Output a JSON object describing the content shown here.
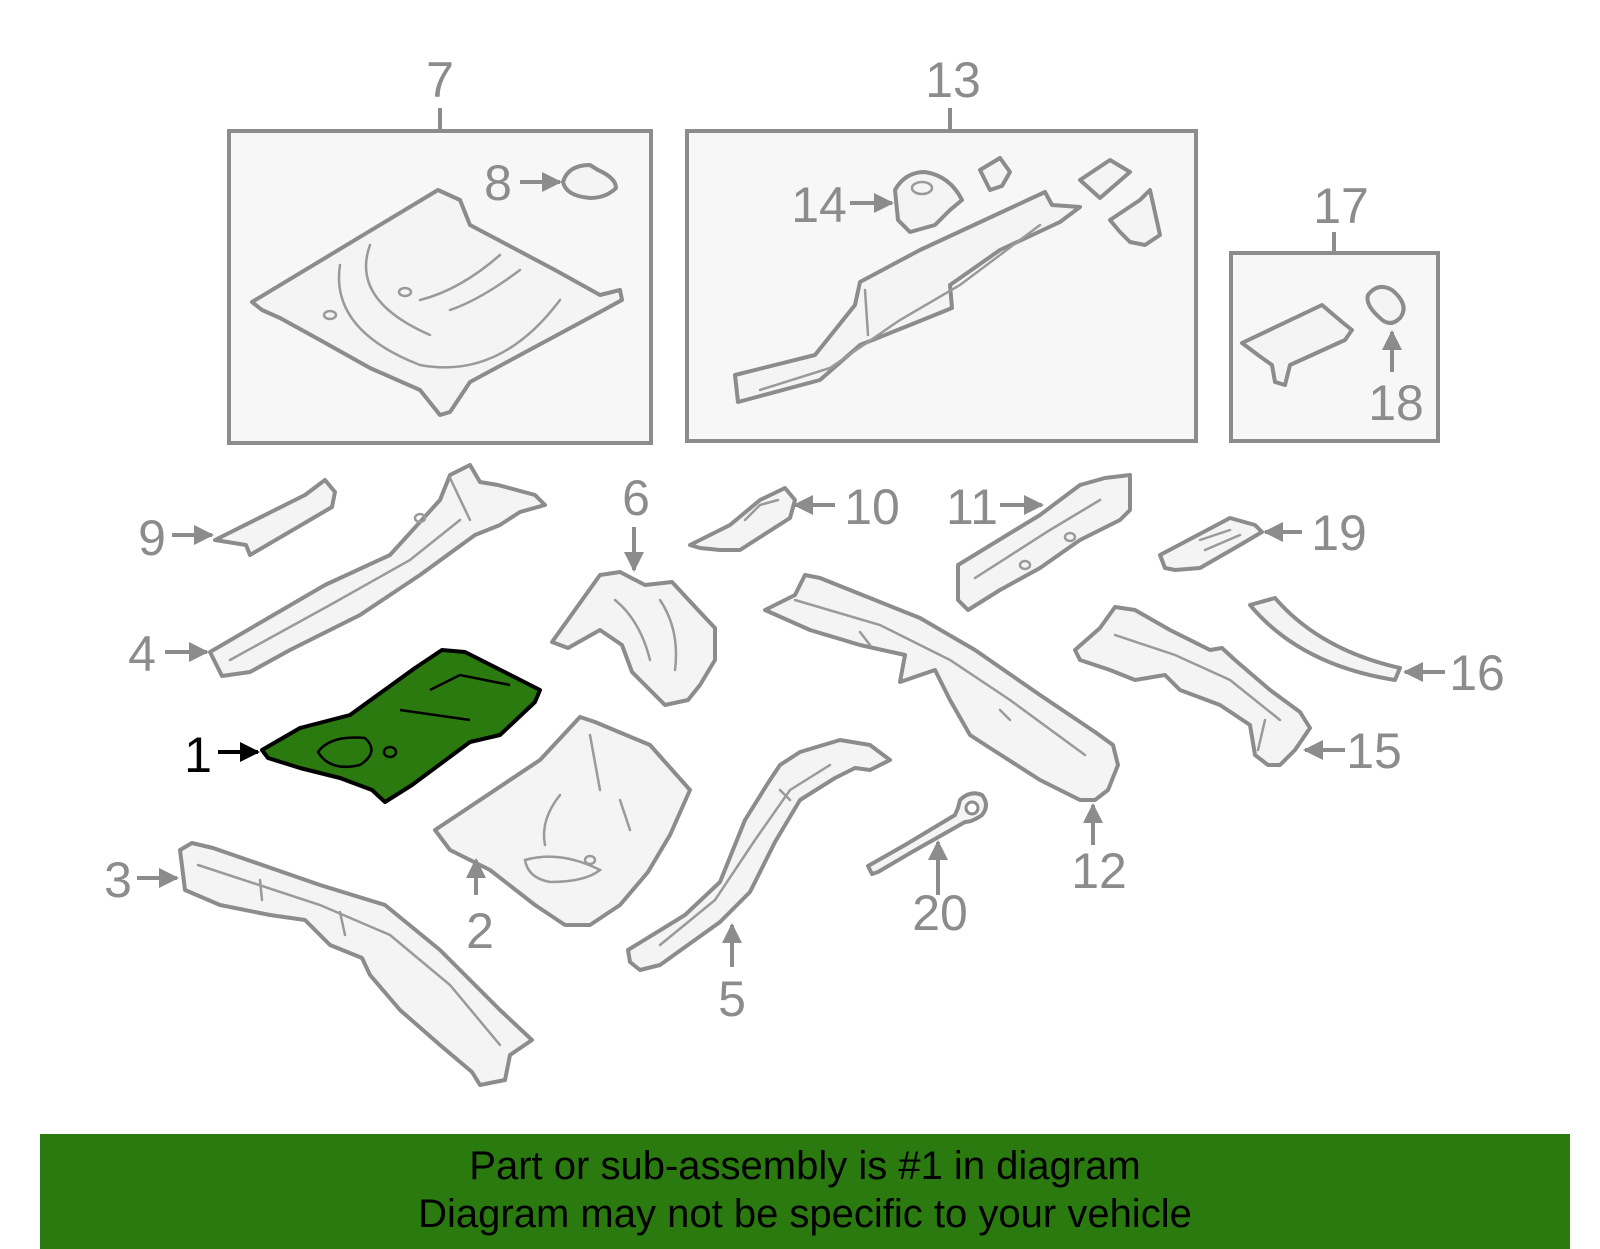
{
  "diagram": {
    "highlighted_part": "1",
    "callouts": [
      "1",
      "2",
      "3",
      "4",
      "5",
      "6",
      "7",
      "8",
      "9",
      "10",
      "11",
      "12",
      "13",
      "14",
      "15",
      "16",
      "17",
      "18",
      "19",
      "20"
    ]
  },
  "banner": {
    "line1": "Part or sub-assembly is #1 in diagram",
    "line2": "Diagram may not be specific to your vehicle"
  },
  "colors": {
    "highlight": "#2a7a10",
    "outline": "#8c8c8c",
    "banner_bg": "#2a7a10"
  }
}
